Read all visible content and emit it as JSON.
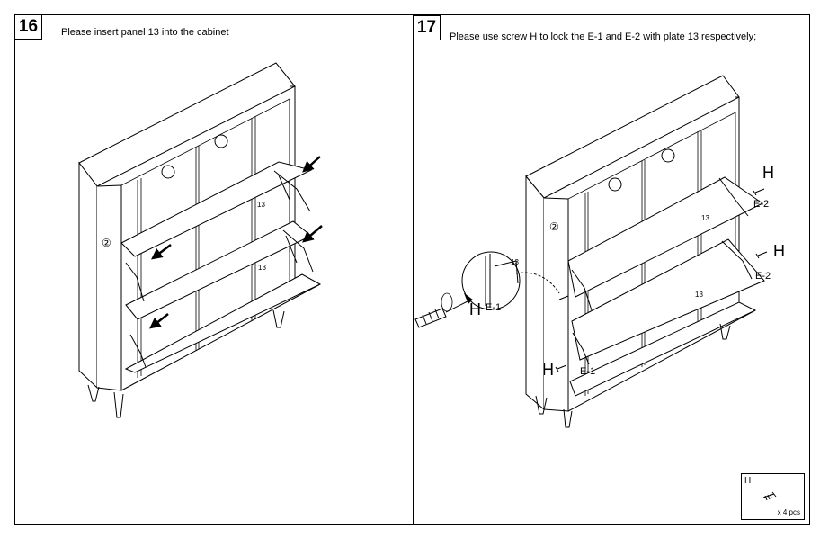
{
  "steps": [
    {
      "number": "16",
      "instruction": "Please insert panel 13 into the cabinet",
      "panel_labels": [
        "13",
        "13"
      ],
      "side_label": "②"
    },
    {
      "number": "17",
      "instruction": "Please use screw H to lock the E-1 and E-2 with plate 13 respectively;",
      "panel_labels": [
        "13",
        "13"
      ],
      "side_label": "②",
      "screw_label": "H",
      "bracket_labels": [
        "E-2",
        "E-2",
        "E-1",
        "E-1"
      ],
      "detail_labels": {
        "screw": "H",
        "bracket": "E-1",
        "panel": "13"
      }
    }
  ],
  "hardware": {
    "name": "H",
    "quantity": "x 4 pcs"
  }
}
